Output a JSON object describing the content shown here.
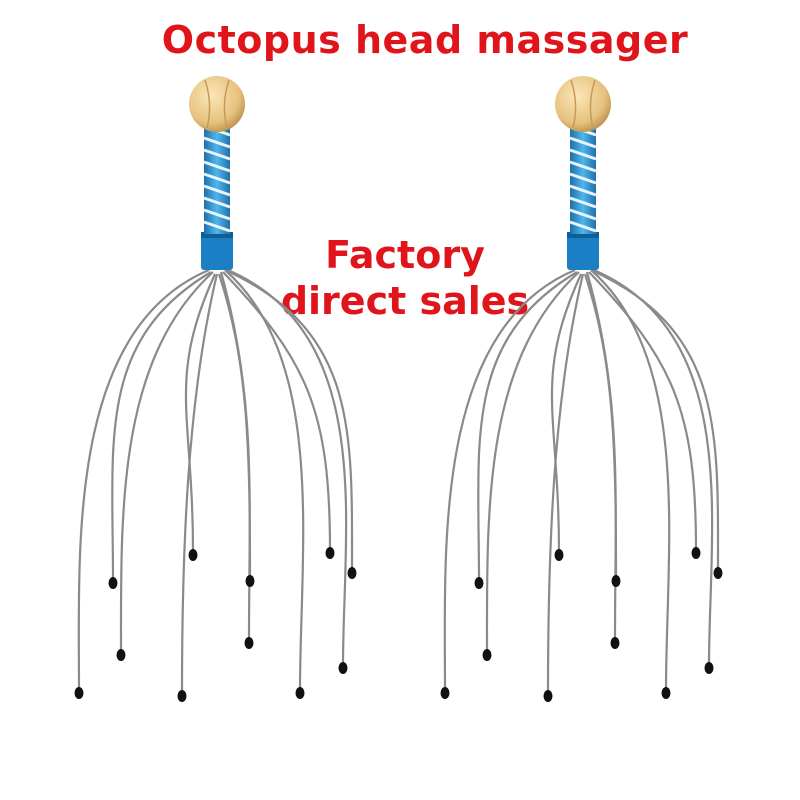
{
  "title": "Octopus head massager",
  "subtitle": {
    "line1": "Factory",
    "line2": "direct sales"
  },
  "colors": {
    "text": "#e0141b",
    "handle_blue": "#2a8fd0",
    "ball_wood": "#e6c27e",
    "wire": "#8a8a8a",
    "tip": "#111111"
  },
  "products": [
    {
      "icon": "octopus-head-massager"
    },
    {
      "icon": "octopus-head-massager"
    }
  ]
}
